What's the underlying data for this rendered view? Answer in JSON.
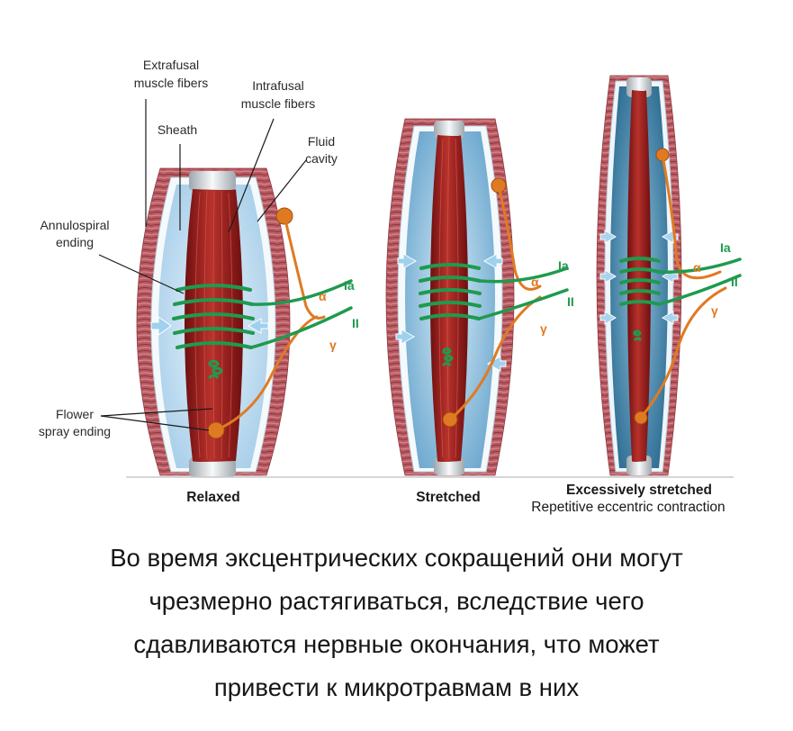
{
  "labels": {
    "extrafusal_1": "Extrafusal",
    "extrafusal_2": "muscle fibers",
    "intrafusal_1": "Intrafusal",
    "intrafusal_2": "muscle fibers",
    "sheath": "Sheath",
    "fluid_1": "Fluid",
    "fluid_2": "cavity",
    "annulo_1": "Annulospiral",
    "annulo_2": "ending",
    "flower_1": "Flower",
    "flower_2": "spray ending"
  },
  "nerves": {
    "ia": "Ia",
    "ii": "II",
    "alpha": "α",
    "gamma": "γ"
  },
  "states": {
    "relaxed": "Relaxed",
    "stretched": "Stretched",
    "excessive": "Excessively stretched",
    "excessive_sub": "Repetitive eccentric contraction"
  },
  "caption": {
    "line1": "Во время эксцентрических сокращений они могут",
    "line2": "чрезмерно растягиваться, вследствие чего",
    "line3": "сдавливаются нервные окончания, что может",
    "line4": "привести к микротравмам в них"
  },
  "colors": {
    "extrafusal": "#b5525b",
    "fluid": "#cde6f6",
    "sheath": "#eef6fb",
    "muscle": "#9c1a1a",
    "afferent": "#1f9a4e",
    "efferent": "#e07a22"
  }
}
